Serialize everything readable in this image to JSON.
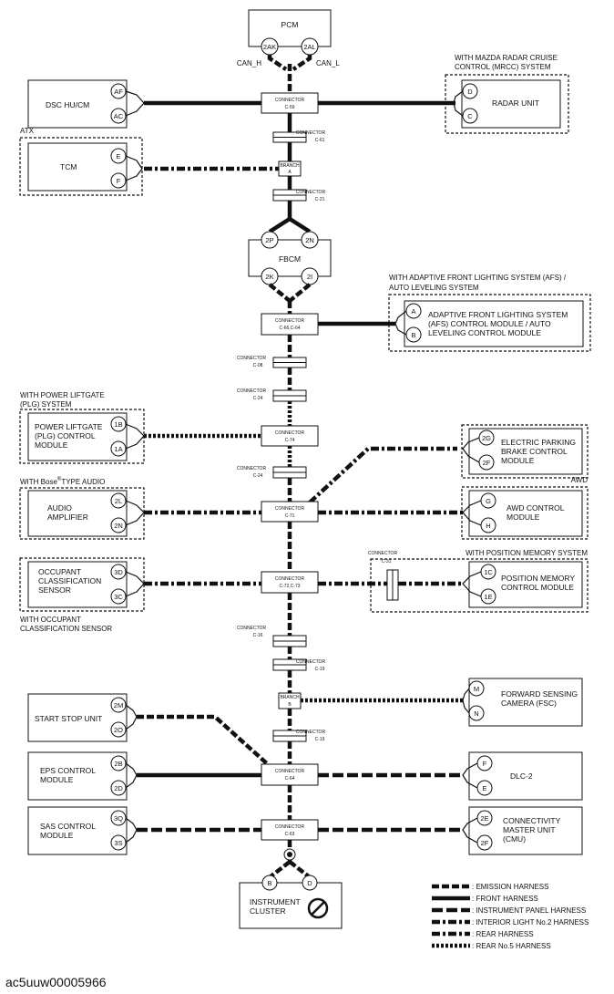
{
  "modules": {
    "pcm": "PCM",
    "dsc": "DSC HU/CM",
    "tcm": "TCM",
    "radar": "RADAR UNIT",
    "fbcm": "FBCM",
    "afs": [
      "ADAPTIVE FRONT LIGHTING SYSTEM",
      "(AFS) CONTROL MODULE / AUTO",
      "LEVELING CONTROL MODULE"
    ],
    "plg": [
      "POWER LIFTGATE",
      "(PLG) CONTROL",
      "MODULE"
    ],
    "epb": [
      "ELECTRIC PARKING",
      "BRAKE CONTROL",
      "MODULE"
    ],
    "audio": [
      "AUDIO",
      "AMPLIFIER"
    ],
    "awd": [
      "AWD CONTROL",
      "MODULE"
    ],
    "occupant": [
      "OCCUPANT",
      "CLASSIFICATION",
      "SENSOR"
    ],
    "posmem": [
      "POSITION MEMORY",
      "CONTROL MODULE"
    ],
    "fsc": [
      "FORWARD SENSING",
      "CAMERA (FSC)"
    ],
    "startstop": "START STOP UNIT",
    "eps": [
      "EPS CONTROL",
      "MODULE"
    ],
    "dlc": "DLC-2",
    "sas": [
      "SAS CONTROL",
      "MODULE"
    ],
    "cmu": [
      "CONNECTIVITY",
      "MASTER UNIT",
      "(CMU)"
    ],
    "cluster": [
      "INSTRUMENT",
      "CLUSTER"
    ]
  },
  "conditions": {
    "mrcc": [
      "WITH MAZDA RADAR CRUISE",
      "CONTROL (MRCC) SYSTEM"
    ],
    "atx": "ATX",
    "afs": [
      "WITH ADAPTIVE FRONT LIGHTING SYSTEM (AFS) /",
      "AUTO LEVELING SYSTEM"
    ],
    "plg": [
      "WITH POWER LIFTGATE",
      "(PLG) SYSTEM"
    ],
    "bose": "WITH Bose",
    "bose_sup": "®",
    "bose_tail": "TYPE AUDIO",
    "awd": "AWD",
    "posmem": "WITH POSITION MEMORY SYSTEM",
    "occupant": [
      "WITH OCCUPANT",
      "CLASSIFICATION SENSOR"
    ]
  },
  "signals": {
    "can_h": "CAN_H",
    "can_l": "CAN_L"
  },
  "pins": {
    "pcm": [
      "2AK",
      "2AL"
    ],
    "dsc": [
      "AF",
      "AC"
    ],
    "tcm": [
      "E",
      "F"
    ],
    "radar": [
      "D",
      "C"
    ],
    "fbcm_top": [
      "2P",
      "2N"
    ],
    "fbcm_bot": [
      "2K",
      "2I"
    ],
    "afs": [
      "A",
      "B"
    ],
    "plg": [
      "1B",
      "1A"
    ],
    "epb": [
      "2G",
      "2F"
    ],
    "audio": [
      "2L",
      "2N"
    ],
    "awd": [
      "G",
      "H"
    ],
    "occupant": [
      "3D",
      "3C"
    ],
    "posmem": [
      "1C",
      "1E"
    ],
    "fsc": [
      "M",
      "N"
    ],
    "startstop": [
      "2M",
      "2O"
    ],
    "eps": [
      "2B",
      "2D"
    ],
    "dlc": [
      "F",
      "E"
    ],
    "sas": [
      "3Q",
      "3S"
    ],
    "cmu": [
      "2E",
      "2F"
    ],
    "cluster": [
      "B",
      "D"
    ]
  },
  "connectors": {
    "c59": [
      "CONNECTOR",
      "C-59"
    ],
    "c61": [
      "CONNECTOR",
      "C-61"
    ],
    "branch_a": [
      "BRANCH",
      "A"
    ],
    "c21": [
      "CONNECTOR",
      "C-21"
    ],
    "c66": [
      "CONNECTOR",
      "C-66,C-64"
    ],
    "c08": [
      "CONNECTOR",
      "C-08"
    ],
    "c24a": [
      "CONNECTOR",
      "C-24"
    ],
    "c74": [
      "CONNECTOR",
      "C-74"
    ],
    "c24b": [
      "CONNECTOR",
      "C-24"
    ],
    "c71": [
      "CONNECTOR",
      "C-71"
    ],
    "c72": [
      "CONNECTOR",
      "C-72,C-73"
    ],
    "c31": [
      "CONNECTOR",
      "C-31"
    ],
    "c16": [
      "CONNECTOR",
      "C-16"
    ],
    "c19a": [
      "CONNECTOR",
      "C-19"
    ],
    "branch_b": [
      "BRANCH",
      "B"
    ],
    "c19b": [
      "CONNECTOR",
      "C-19"
    ],
    "c64": [
      "CONNECTOR",
      "C-64"
    ],
    "c63": [
      "CONNECTOR",
      "C-63"
    ]
  },
  "legend": [
    ": EMISSION HARNESS",
    ": FRONT HARNESS",
    ": INSTRUMENT PANEL HARNESS",
    ": INTERIOR LIGHT No.2 HARNESS",
    ": REAR HARNESS",
    ": REAR No.5 HARNESS"
  ],
  "footer_code": "ac5uuw00005966"
}
